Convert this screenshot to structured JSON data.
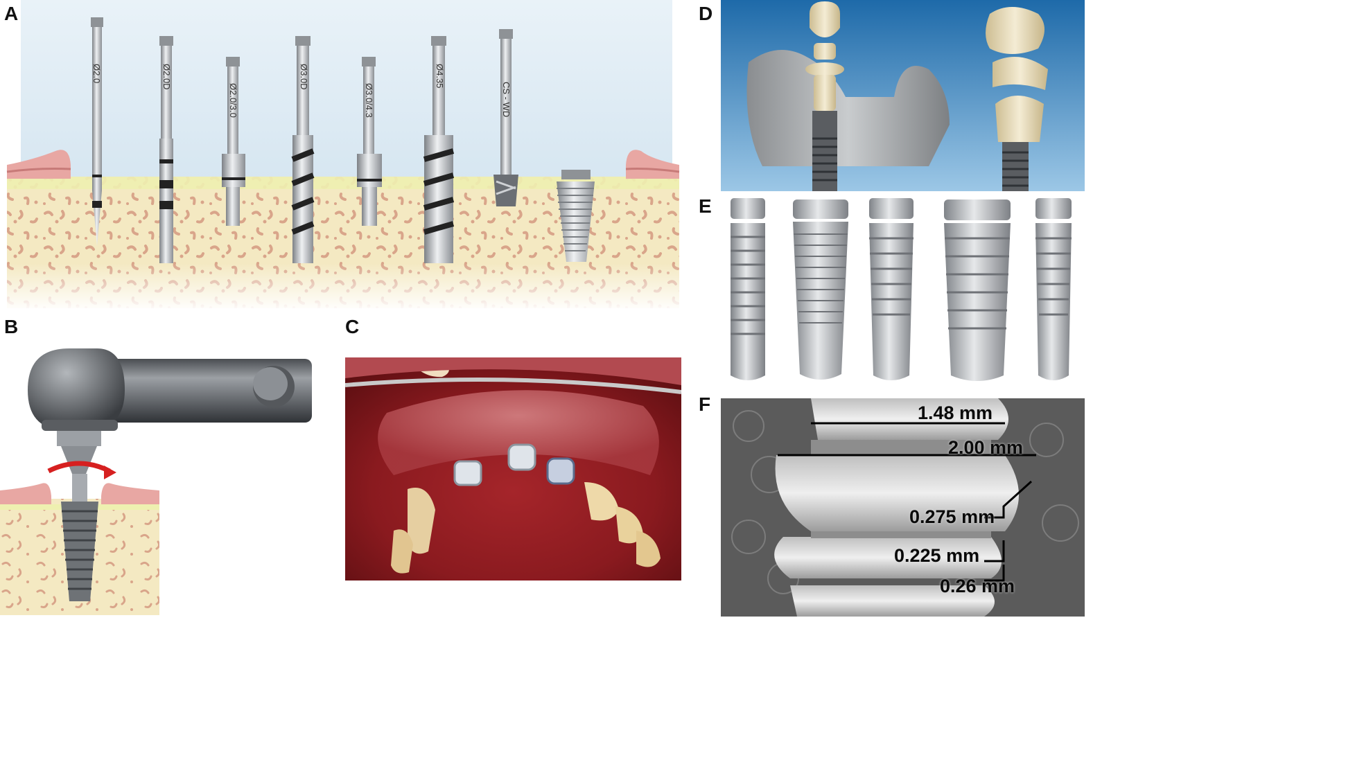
{
  "panels": {
    "a": {
      "label": "A"
    },
    "b": {
      "label": "B"
    },
    "c": {
      "label": "C"
    },
    "d": {
      "label": "D"
    },
    "e": {
      "label": "E"
    },
    "f": {
      "label": "F"
    }
  },
  "drills": [
    {
      "label": "Ø2.0"
    },
    {
      "label": "Ø2.0D"
    },
    {
      "label": "Ø2.0/3.0"
    },
    {
      "label": "Ø3.0D"
    },
    {
      "label": "Ø3.0/4.3"
    },
    {
      "label": "Ø4.35"
    },
    {
      "label": "CS - WD"
    }
  ],
  "measurements": [
    {
      "value": "1.48 mm"
    },
    {
      "value": "2.00 mm"
    },
    {
      "value": "0.275 mm"
    },
    {
      "value": "0.225 mm"
    },
    {
      "value": "0.26 mm"
    }
  ],
  "colors": {
    "sky": "#dbe9f3",
    "bone": "#f3e6b8",
    "bone_spots": "#d9a58a",
    "gum": "#e6a3a0",
    "metal": "#b9bcc0",
    "sem_bg": "#5a5a5a",
    "d_bg": "#2a79b8",
    "crown": "#efe6cc",
    "oral": "#8e1e22"
  }
}
